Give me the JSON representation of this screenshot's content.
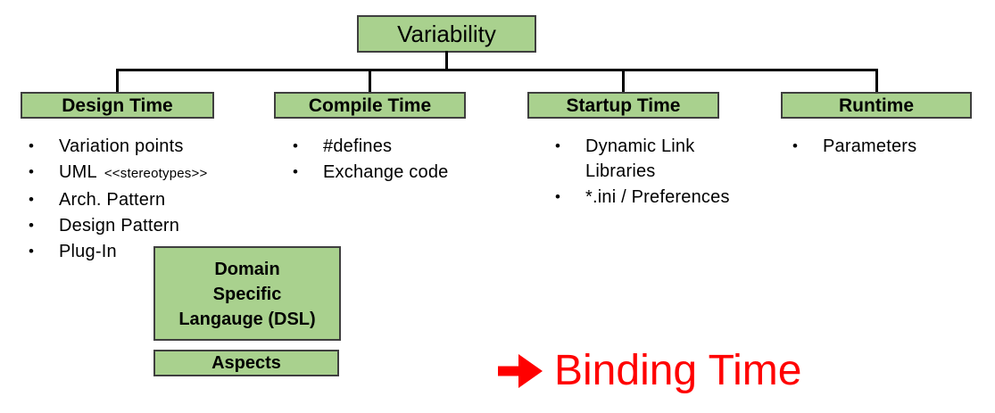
{
  "root_box": {
    "label": "Variability"
  },
  "columns": [
    {
      "header": "Design Time",
      "items": [
        {
          "text": "Variation points"
        },
        {
          "text": "UML",
          "small": "<<stereotypes>>"
        },
        {
          "text": "Arch. Pattern"
        },
        {
          "text": "Design Pattern"
        },
        {
          "text": "Plug-In"
        }
      ]
    },
    {
      "header": "Compile Time",
      "items": [
        {
          "text": "#defines"
        },
        {
          "text": "Exchange code"
        }
      ]
    },
    {
      "header": "Startup Time",
      "items": [
        {
          "text": "Dynamic Link Libraries"
        },
        {
          "text": "*.ini / Preferences"
        }
      ]
    },
    {
      "header": "Runtime",
      "items": [
        {
          "text": "Parameters"
        }
      ]
    }
  ],
  "dsl_box": {
    "line1": "Domain",
    "line2": "Specific",
    "line3": "Langauge (DSL)"
  },
  "aspects_box": {
    "label": "Aspects"
  },
  "binding": {
    "label": "Binding Time",
    "arrow_icon": "right-arrow"
  },
  "ui": {
    "bullet_glyph": "•"
  },
  "colors": {
    "box_fill": "#a9d18e",
    "box_border": "#3f3f3f",
    "connector": "#000000",
    "text": "#000000",
    "accent_red": "#ff0000",
    "background": "#ffffff"
  }
}
